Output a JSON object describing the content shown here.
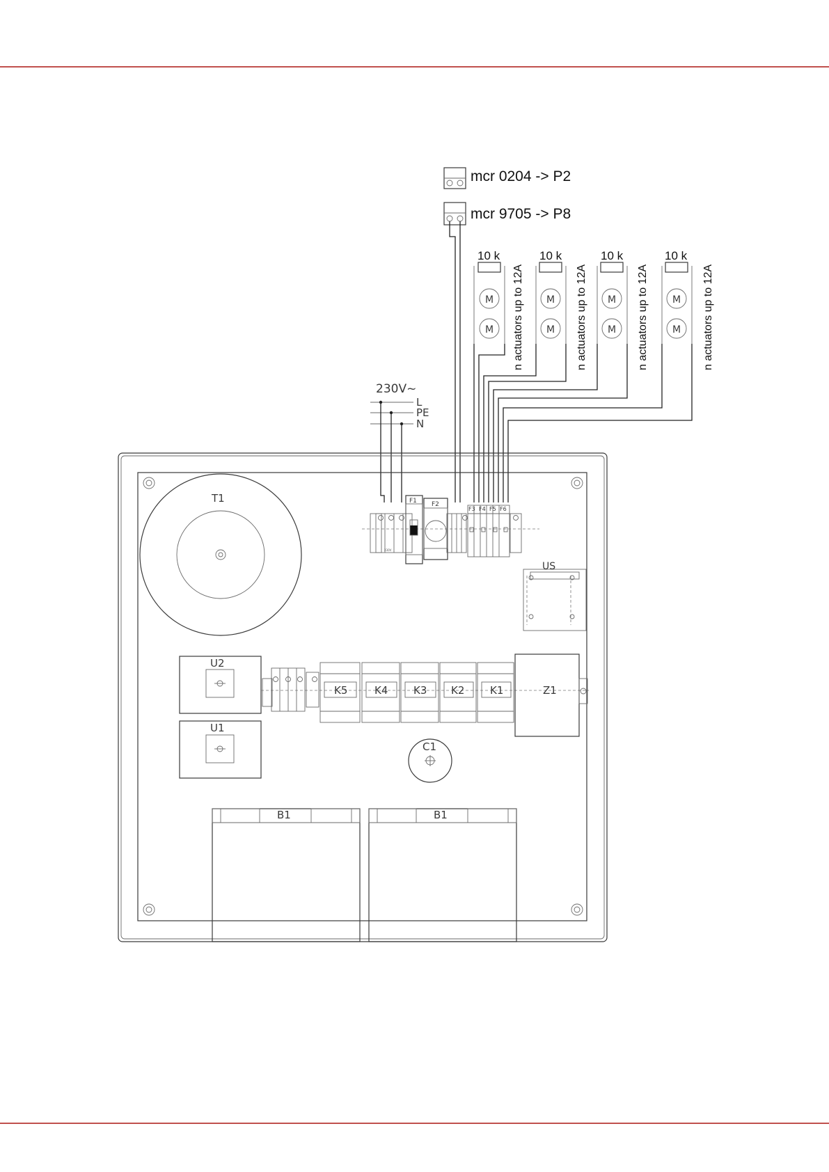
{
  "colors": {
    "rule": "#c0504d",
    "line": "#3a3a3a"
  },
  "connectors": [
    {
      "label": "mcr 0204 -> P2"
    },
    {
      "label": "mcr 9705 -> P8"
    }
  ],
  "resistors": [
    "10 k",
    "10 k",
    "10 k",
    "10 k"
  ],
  "motor_symbol": "M",
  "actuator_label": "n actuators up to 12A",
  "power": {
    "title": "230V~",
    "lines": [
      "L",
      "PE",
      "N"
    ]
  },
  "components": {
    "transformer": "T1",
    "fuse1": "F1",
    "fuse2": "F2",
    "fuses_small": [
      "F3",
      "F4",
      "F5",
      "F6"
    ],
    "us": "US",
    "u2": "U2",
    "u1": "U1",
    "relays": [
      "K5",
      "K4",
      "K3",
      "K2",
      "K1"
    ],
    "z1": "Z1",
    "c1": "C1",
    "b1_left": "B1",
    "b1_right": "B1"
  }
}
